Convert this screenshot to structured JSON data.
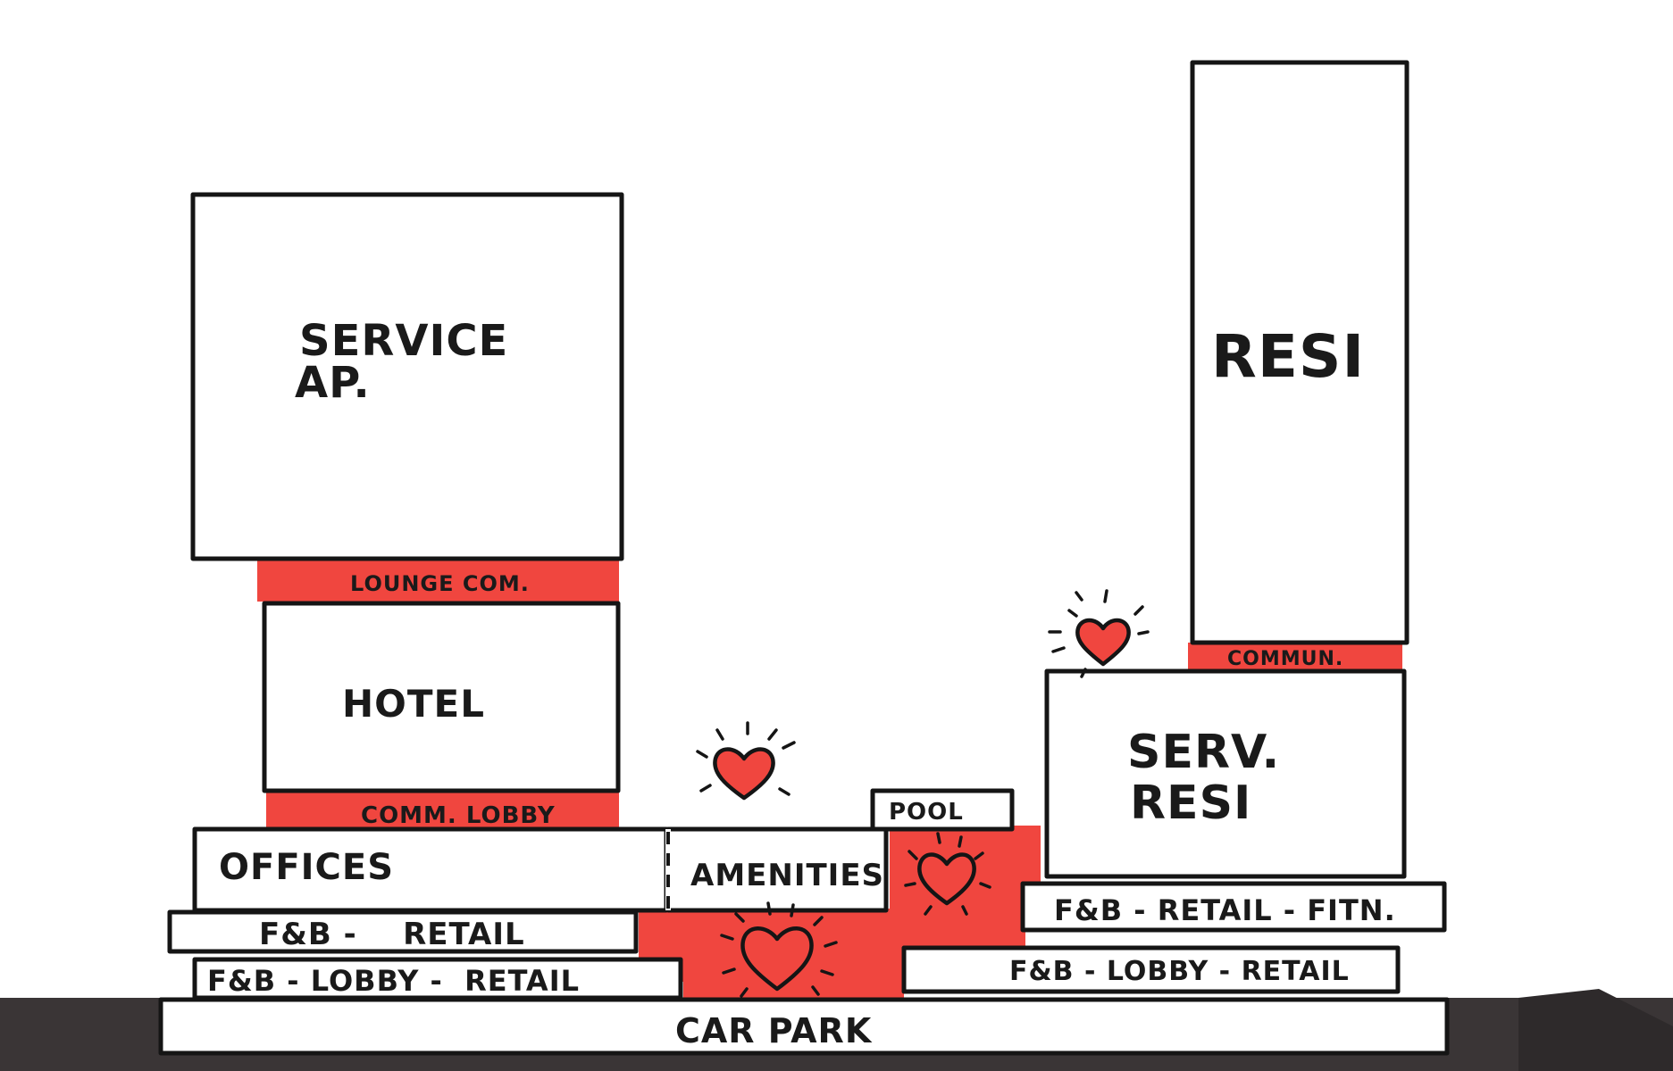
{
  "colors": {
    "ink": "#151515",
    "community_red": "#f0463f",
    "ground_dark": "#3a3536",
    "paper": "#ffffff"
  },
  "labels": {
    "service_ap_line1": "SERVICE",
    "service_ap_line2": "AP.",
    "lounge_com": "LOUNGE COM.",
    "hotel": "HOTEL",
    "comm_lobby": "COMM. LOBBY",
    "offices": "OFFICES",
    "amenities": "AMENITIES",
    "pool": "POOL",
    "fb_retail": "F&B -    RETAIL",
    "fb_lobby_retail_left": "F&B - LOBBY -  RETAIL",
    "car_park": "CAR PARK",
    "resi": "RESI",
    "commun": "COMMUN.",
    "serv_resi_line1": "SERV.",
    "serv_resi_line2": "RESI",
    "fb_retail_fitn": "F&B - RETAIL - FITN.",
    "fb_lobby_retail_right": "F&B - LOBBY - RETAIL"
  },
  "icons": {
    "heart": "heart-icon"
  }
}
